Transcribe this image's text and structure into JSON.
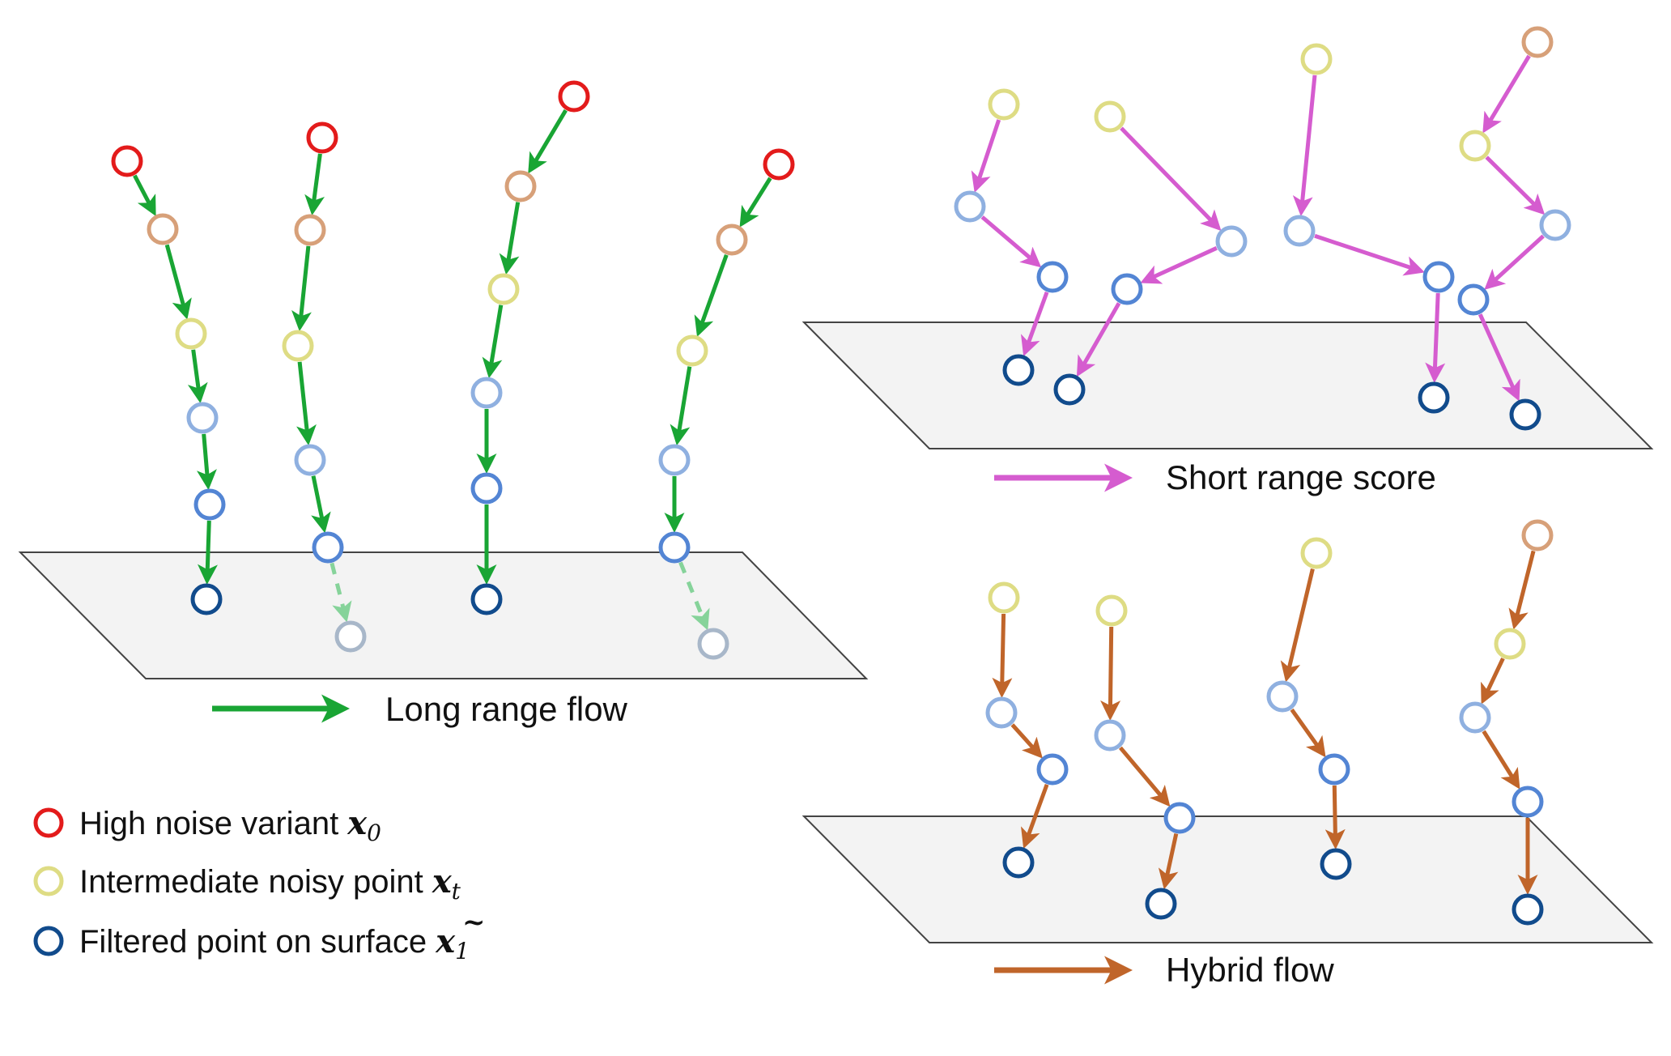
{
  "colors": {
    "plane_fill": "#f3f3f3",
    "plane_stroke": "#444444",
    "flow_arrow": "#19a534",
    "flow_dashed": "#86d39a",
    "score_arrow": "#d55ccf",
    "hybrid_arrow": "#c0652a",
    "node_red": "#e31b1b",
    "node_tan": "#d7a079",
    "node_yellow": "#dedc84",
    "node_light_blue": "#8fb0e0",
    "node_mid_blue": "#5385d4",
    "node_dark_blue": "#114b8c",
    "node_faded": "#a8b7c9"
  },
  "panels": {
    "long_range": {
      "label": "Long range flow"
    },
    "short_range": {
      "label": "Short range score"
    },
    "hybrid": {
      "label": "Hybrid flow"
    }
  },
  "legend": {
    "items": [
      {
        "icon": "red-circle-icon",
        "text": "High noise variant ",
        "math": "x",
        "sub": "0",
        "accent": ""
      },
      {
        "icon": "yellow-circle-icon",
        "text": "Intermediate noisy point ",
        "math": "x",
        "sub": "t",
        "accent": ""
      },
      {
        "icon": "blue-circle-icon",
        "text": "Filtered point on surface ",
        "math": "x",
        "sub": "1",
        "accent": "~"
      }
    ]
  }
}
